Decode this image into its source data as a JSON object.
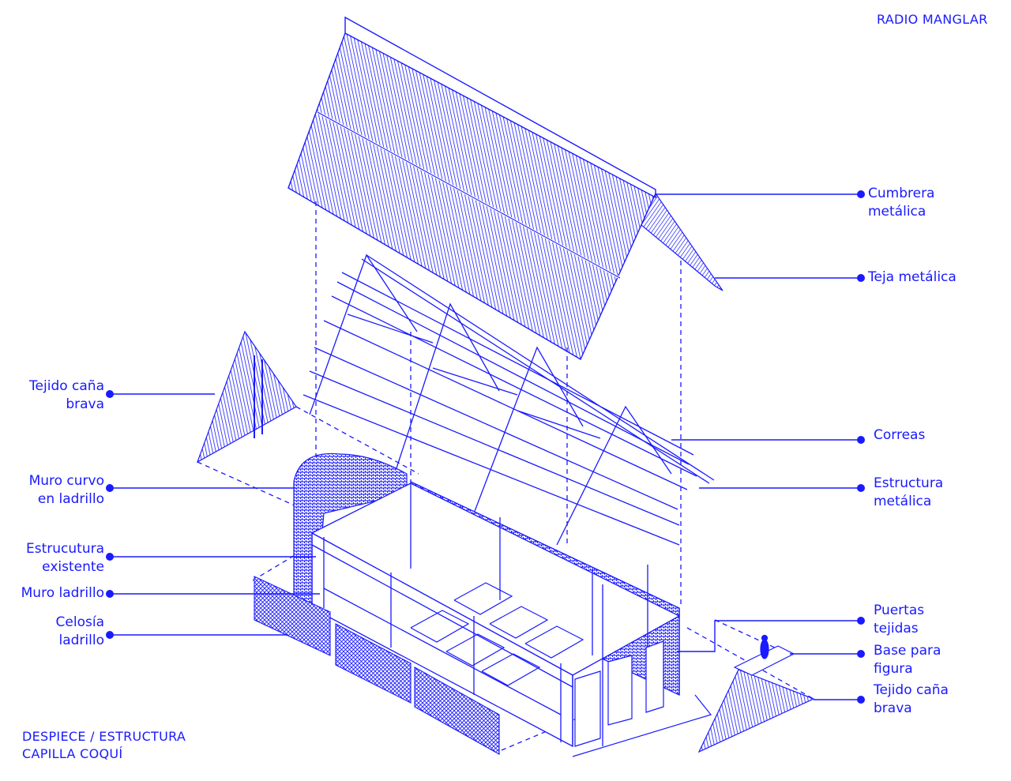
{
  "header": {
    "studio": "RADIO MANGLAR"
  },
  "footer": {
    "line1": "DESPIECE / ESTRUCTURA",
    "line2": "CAPILLA COQUÍ"
  },
  "colors": {
    "ink": "#1a1aff",
    "background": "#ffffff"
  },
  "labels_left": [
    {
      "l1": "Tejido caña",
      "l2": "brava"
    },
    {
      "l1": "Muro curvo",
      "l2": "en ladrillo"
    },
    {
      "l1": "Estrucutura",
      "l2": "existente"
    },
    {
      "l1": "Muro ladrillo",
      "l2": ""
    },
    {
      "l1": "Celosía",
      "l2": "ladrillo"
    }
  ],
  "labels_right": [
    {
      "l1": "Cumbrera",
      "l2": "metálica"
    },
    {
      "l1": "Teja metálica",
      "l2": ""
    },
    {
      "l1": "Correas",
      "l2": ""
    },
    {
      "l1": "Estructura",
      "l2": "metálica"
    },
    {
      "l1": "Puertas",
      "l2": "tejidas"
    },
    {
      "l1": "Base para",
      "l2": "figura"
    },
    {
      "l1": "Tejido caña",
      "l2": "brava"
    }
  ]
}
